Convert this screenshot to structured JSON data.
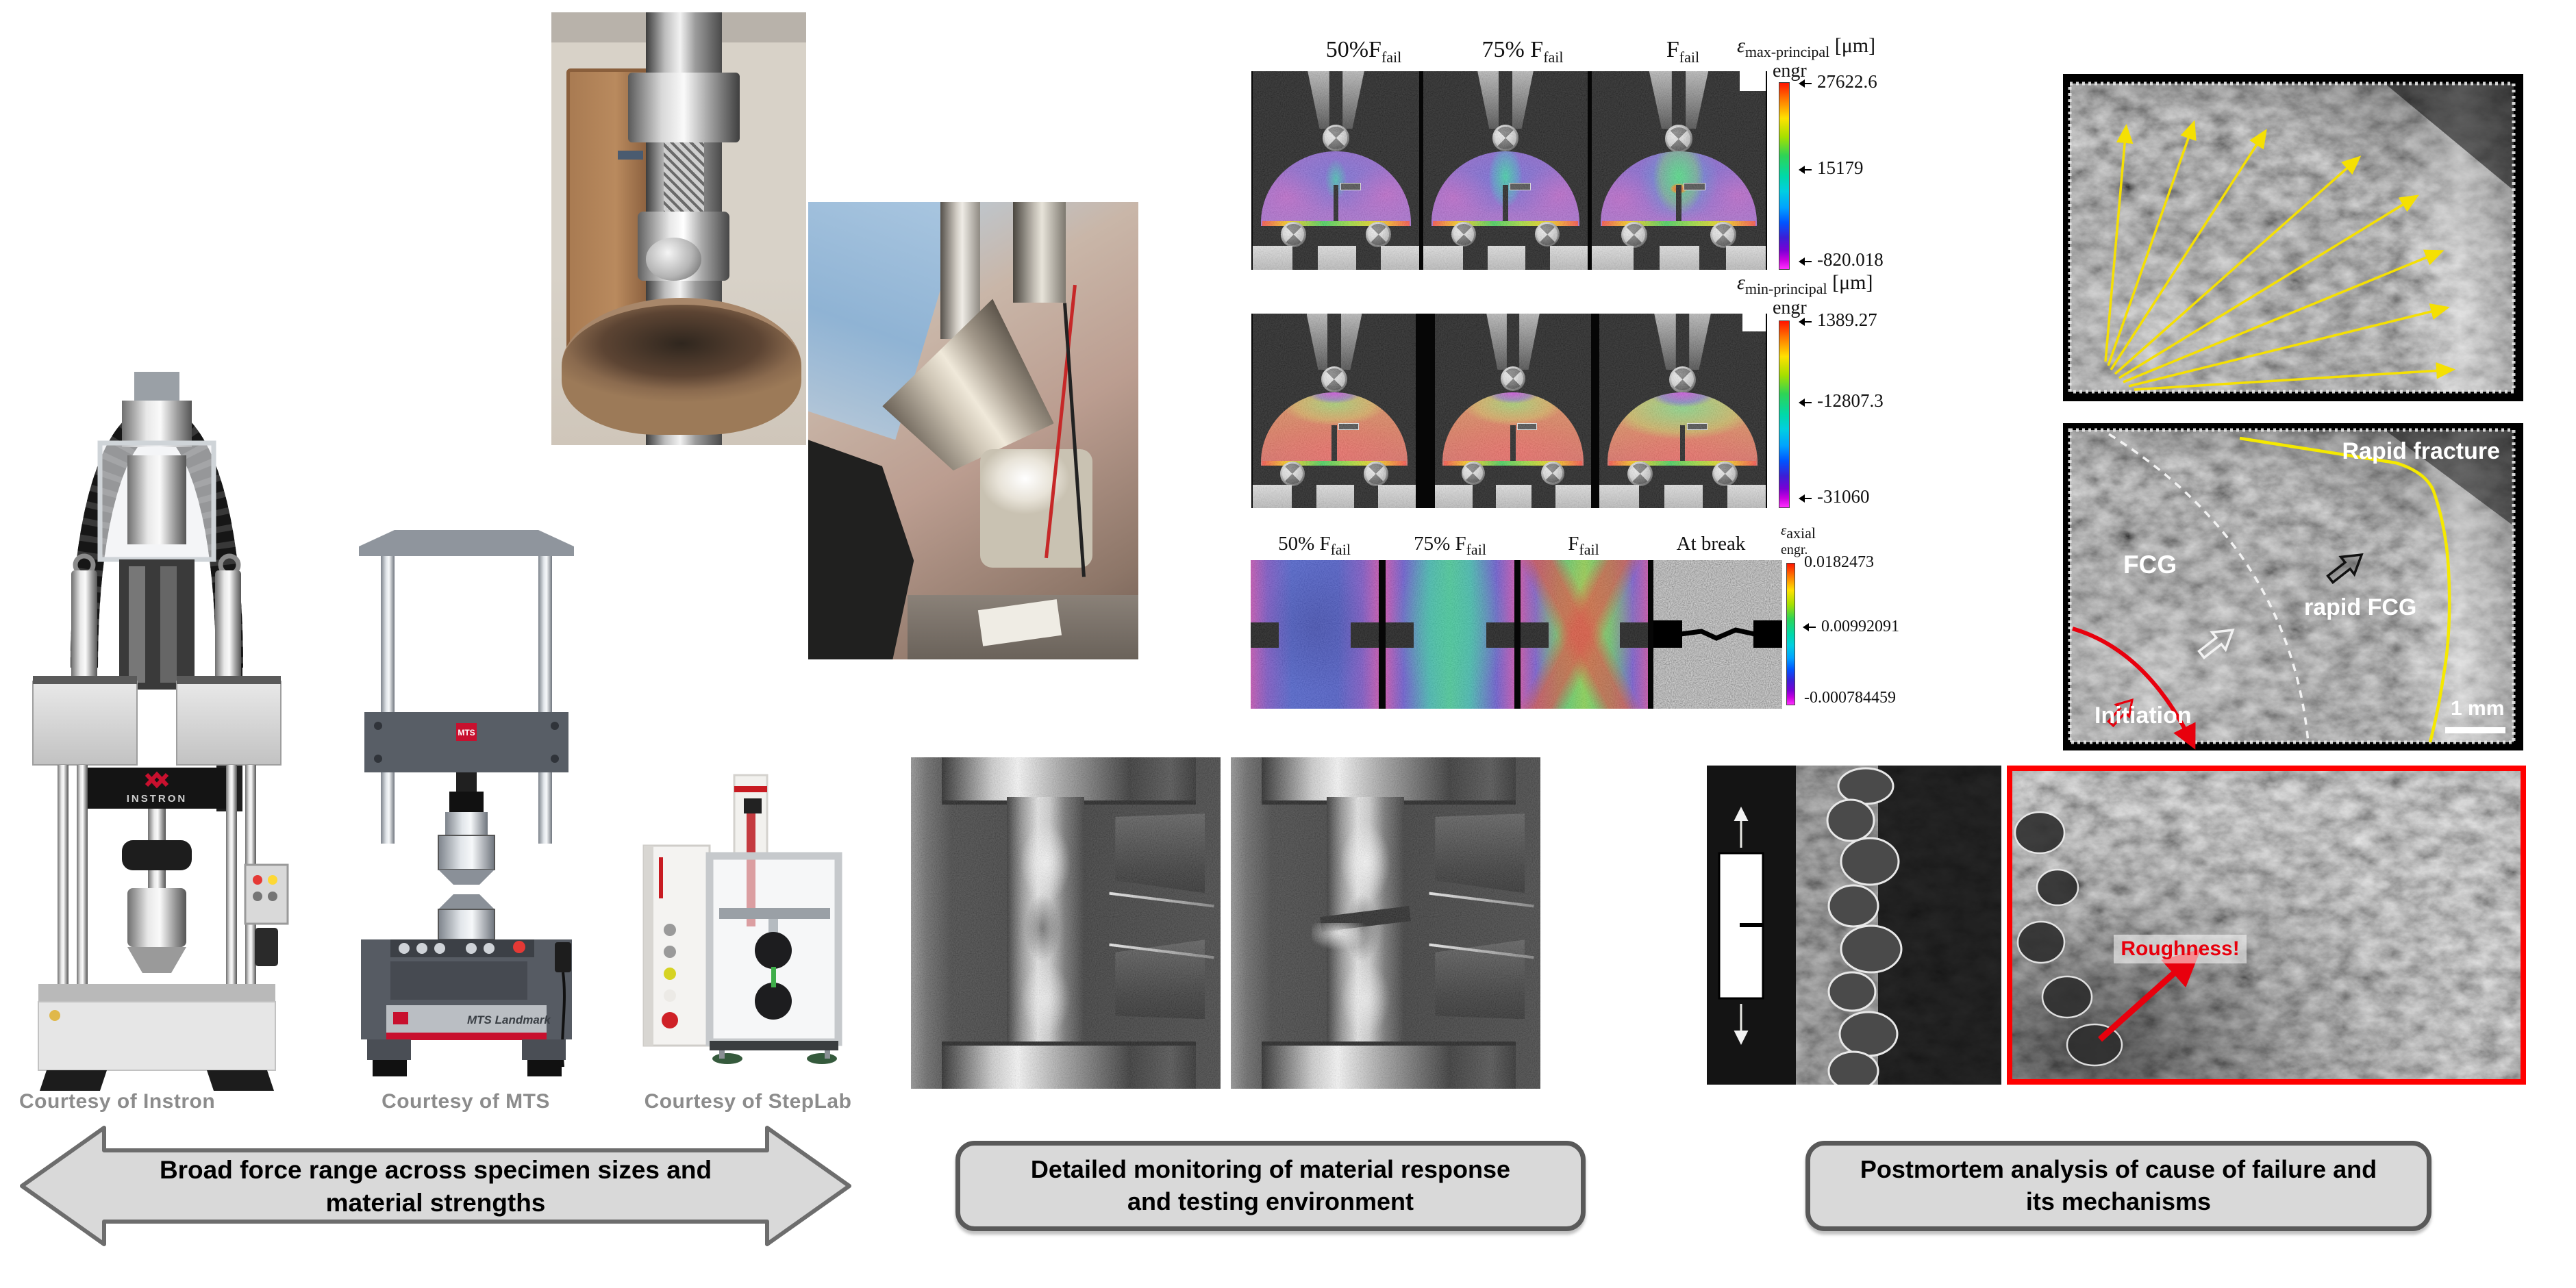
{
  "machines": {
    "instron": {
      "label": "Courtesy of Instron",
      "logo": "INSTRON"
    },
    "mts": {
      "label": "Courtesy of MTS",
      "logo": "MTS",
      "model": "MTS Landmark"
    },
    "steplab": {
      "label": "Courtesy of StepLab"
    }
  },
  "dic_panels": {
    "max_principal": {
      "headers": [
        {
          "main": "50%F",
          "sub": "fail"
        },
        {
          "main": "75% F",
          "sub": "fail"
        },
        {
          "main": "F",
          "sub": "fail"
        }
      ],
      "scale": {
        "symbol": "ε",
        "subscript": "max-principal",
        "unit": "[μm]",
        "mode": "engr"
      },
      "ticks": [
        "27622.6",
        "15179",
        "-820.018"
      ]
    },
    "min_principal": {
      "scale": {
        "symbol": "ε",
        "subscript": "min-principal",
        "unit": "[μm]",
        "mode": "engr"
      },
      "ticks": [
        "1389.27",
        "-12807.3",
        "-31060"
      ]
    },
    "axial": {
      "headers": [
        {
          "main": "50% F",
          "sub": "fail"
        },
        {
          "main": "75% F",
          "sub": "fail"
        },
        {
          "main": "F",
          "sub": "fail"
        },
        {
          "main": "At break",
          "sub": ""
        }
      ],
      "scale": {
        "symbol": "ε",
        "subscript": "axial",
        "mode": "engr."
      },
      "ticks": [
        "0.0182473",
        "0.00992091",
        "-0.000784459"
      ]
    }
  },
  "fractography": {
    "zones": {
      "rapid_fracture": "Rapid fracture",
      "fcg": "FCG",
      "rapid_fcg": "rapid FCG",
      "initiation": "Initiation"
    },
    "scale_bar": "1 mm",
    "roughness": "Roughness!"
  },
  "callouts": {
    "force_range": {
      "line1": "Broad force range across specimen sizes and",
      "line2": "material strengths"
    },
    "monitoring": {
      "line1": "Detailed monitoring of material response",
      "line2": "and testing environment"
    },
    "postmortem": {
      "line1": "Postmortem analysis of cause of failure and",
      "line2": "its mechanisms"
    }
  },
  "colors": {
    "callout_fill": "#d9d9d9",
    "callout_border": "#595959",
    "courtesy_gray": "#8c8c8c",
    "annotation_yellow": "#f5e003",
    "annotation_red": "#e8000d",
    "mts_red": "#c8102e"
  }
}
